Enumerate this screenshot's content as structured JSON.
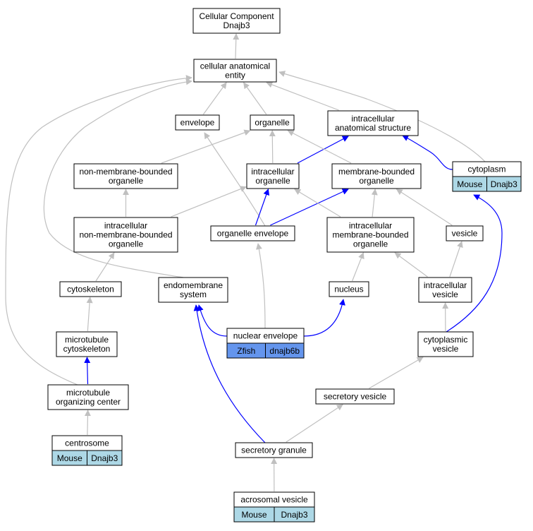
{
  "colors": {
    "edge_gray": "#c0c0c0",
    "edge_blue": "#0000ff",
    "annot_mouse": "#add8e6",
    "annot_zfish": "#6495ed"
  },
  "nodes": {
    "root": "Cellular Component\nDnajb3",
    "cae": "cellular anatomical\nentity",
    "envelope": "envelope",
    "organelle": "organelle",
    "ias": "intracellular\nanatomical structure",
    "cytoplasm": "cytoplasm",
    "nmbo": "non-membrane-bounded\norganelle",
    "io": "intracellular\norganelle",
    "mbo": "membrane-bounded\norganelle",
    "inmbo": "intracellular\nnon-membrane-bounded\norganelle",
    "oe": "organelle envelope",
    "imbo": "intracellular\nmembrane-bounded\norganelle",
    "vesicle": "vesicle",
    "cytoskeleton": "cytoskeleton",
    "es": "endomembrane\nsystem",
    "nucleus": "nucleus",
    "iv": "intracellular\nvesicle",
    "mc": "microtubule\ncytoskeleton",
    "ne": "nuclear envelope",
    "cv": "cytoplasmic\nvesicle",
    "sv": "secretory vesicle",
    "moc": "microtubule\norganizing center",
    "centrosome": "centrosome",
    "sg": "secretory granule",
    "av": "acrosomal vesicle"
  },
  "annotations": {
    "cytoplasm": [
      "Mouse",
      "Dnajb3"
    ],
    "ne": [
      "Zfish",
      "dnajb6b"
    ],
    "centrosome": [
      "Mouse",
      "Dnajb3"
    ],
    "av": [
      "Mouse",
      "Dnajb3"
    ]
  },
  "edges": [
    {
      "from": "cae",
      "to": "root",
      "color": "gray"
    },
    {
      "from": "envelope",
      "to": "cae",
      "color": "gray"
    },
    {
      "from": "organelle",
      "to": "cae",
      "color": "gray"
    },
    {
      "from": "ias",
      "to": "cae",
      "color": "gray"
    },
    {
      "from": "cytoplasm",
      "to": "cae",
      "color": "gray"
    },
    {
      "from": "cytoplasm",
      "to": "ias",
      "color": "blue"
    },
    {
      "from": "nmbo",
      "to": "organelle",
      "color": "gray"
    },
    {
      "from": "io",
      "to": "organelle",
      "color": "gray"
    },
    {
      "from": "io",
      "to": "ias",
      "color": "blue"
    },
    {
      "from": "mbo",
      "to": "organelle",
      "color": "gray"
    },
    {
      "from": "inmbo",
      "to": "nmbo",
      "color": "gray"
    },
    {
      "from": "inmbo",
      "to": "io",
      "color": "gray"
    },
    {
      "from": "oe",
      "to": "envelope",
      "color": "gray"
    },
    {
      "from": "oe",
      "to": "io",
      "color": "blue"
    },
    {
      "from": "oe",
      "to": "mbo",
      "color": "blue"
    },
    {
      "from": "imbo",
      "to": "io",
      "color": "gray"
    },
    {
      "from": "imbo",
      "to": "mbo",
      "color": "gray"
    },
    {
      "from": "vesicle",
      "to": "mbo",
      "color": "gray"
    },
    {
      "from": "cytoskeleton",
      "to": "inmbo",
      "color": "gray"
    },
    {
      "from": "es",
      "to": "cae",
      "color": "gray"
    },
    {
      "from": "nucleus",
      "to": "imbo",
      "color": "gray"
    },
    {
      "from": "iv",
      "to": "vesicle",
      "color": "gray"
    },
    {
      "from": "iv",
      "to": "imbo",
      "color": "gray"
    },
    {
      "from": "mc",
      "to": "cytoskeleton",
      "color": "gray"
    },
    {
      "from": "ne",
      "to": "oe",
      "color": "gray"
    },
    {
      "from": "ne",
      "to": "es",
      "color": "blue"
    },
    {
      "from": "ne",
      "to": "nucleus",
      "color": "blue"
    },
    {
      "from": "cv",
      "to": "iv",
      "color": "gray"
    },
    {
      "from": "cv",
      "to": "cytoplasm",
      "color": "blue"
    },
    {
      "from": "sv",
      "to": "cv",
      "color": "gray"
    },
    {
      "from": "moc",
      "to": "mc",
      "color": "blue"
    },
    {
      "from": "moc",
      "to": "cae",
      "color": "gray"
    },
    {
      "from": "centrosome",
      "to": "moc",
      "color": "gray"
    },
    {
      "from": "sg",
      "to": "sv",
      "color": "gray"
    },
    {
      "from": "sg",
      "to": "es",
      "color": "blue"
    },
    {
      "from": "av",
      "to": "sg",
      "color": "gray"
    }
  ]
}
